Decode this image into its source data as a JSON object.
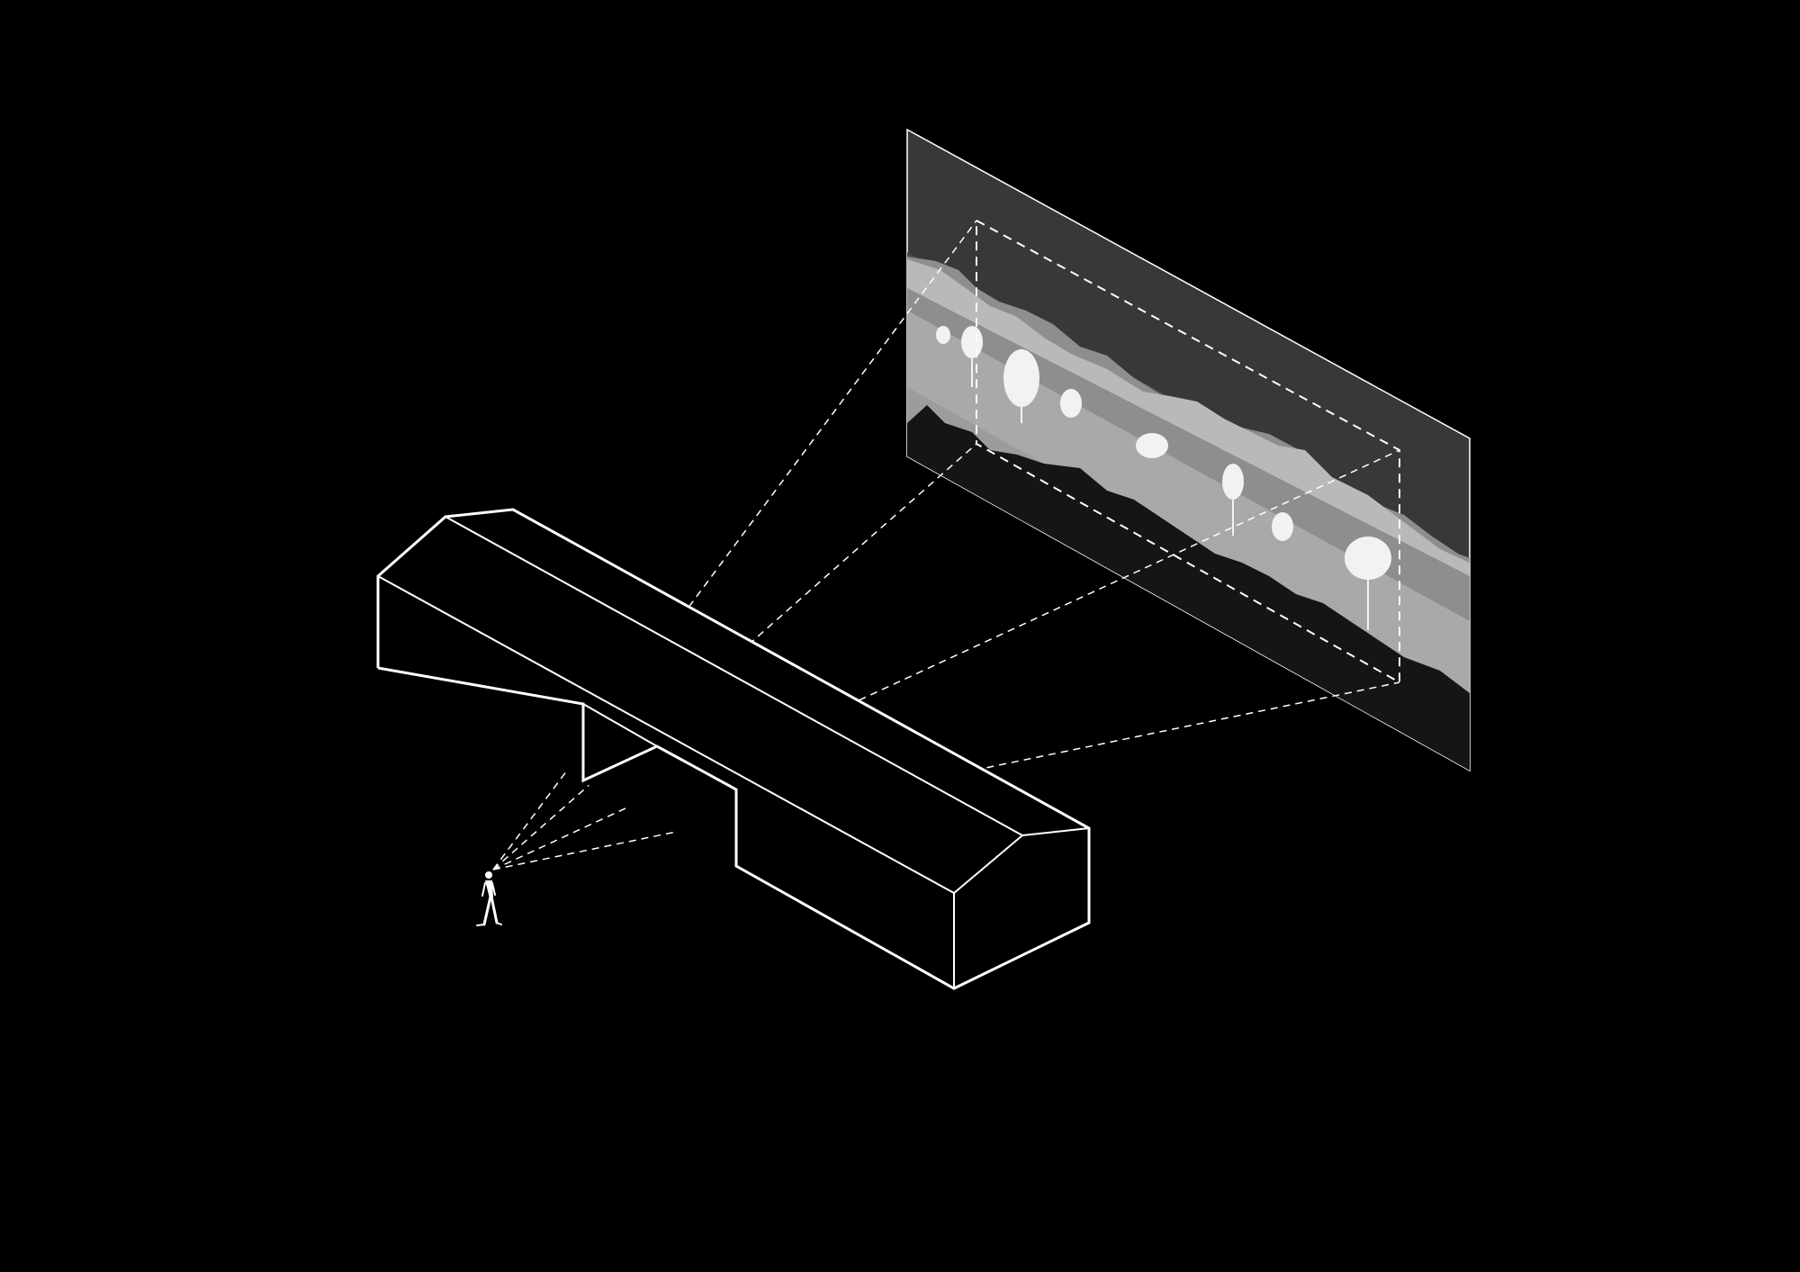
{
  "diagram": {
    "kind": "axonometric-view-diagram",
    "labels": [],
    "colors": {
      "background": "#000000",
      "line": "#ffffff",
      "panel": "#3a3a3a",
      "sky": "#4a4a4a",
      "mountain_far": "#8e8e8e",
      "mountain_near": "#b9b9b9",
      "meadow": "#a9a9a9",
      "meadow_near": "#9a9a9a",
      "foliage_dark": "#141414",
      "tree": "#f2f2f2"
    },
    "elements": {
      "building": "long-gabled-building-outline",
      "figure": "walking-person-icon",
      "panel": "landscape-panel",
      "frame": "dashed-viewing-frame",
      "sightlines": "dashed-sight-lines"
    }
  }
}
